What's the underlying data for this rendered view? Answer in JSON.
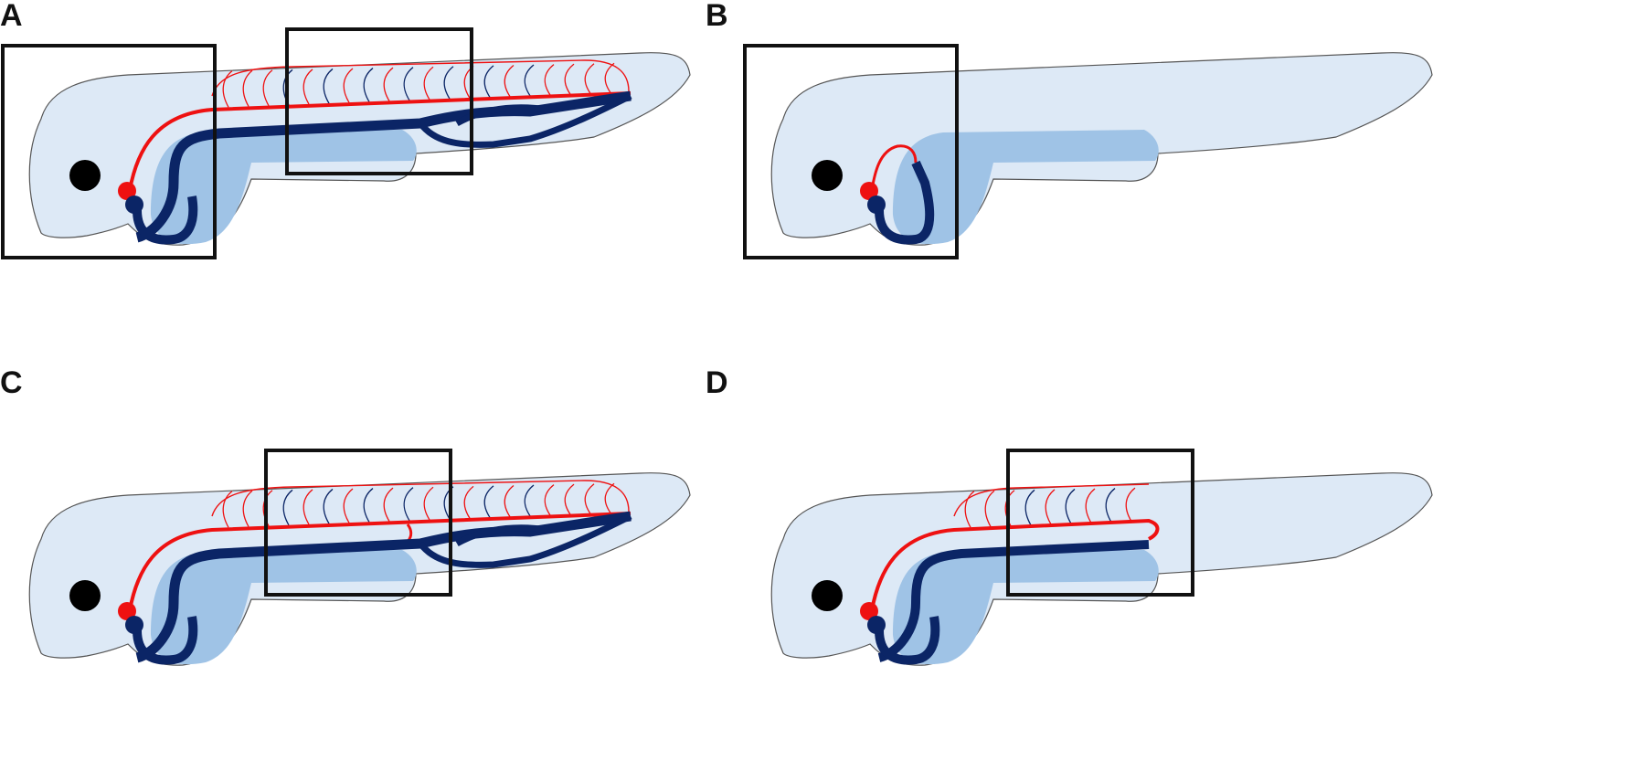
{
  "figure": {
    "panels": [
      {
        "label": "A",
        "circulation": "full",
        "boxes": [
          "head",
          "trunk"
        ]
      },
      {
        "label": "B",
        "circulation": "heart-only",
        "boxes": [
          "head"
        ]
      },
      {
        "label": "C",
        "circulation": "full-with-shunt",
        "boxes": [
          "trunk"
        ]
      },
      {
        "label": "D",
        "circulation": "truncated",
        "boxes": [
          "trunk"
        ]
      }
    ]
  },
  "colors": {
    "body": "#dde9f6",
    "body_outline": "#555555",
    "yolk": "#9fc3e6",
    "artery": "#ee1111",
    "vein": "#0b2566",
    "eye": "#000000",
    "frame": "#111111"
  }
}
